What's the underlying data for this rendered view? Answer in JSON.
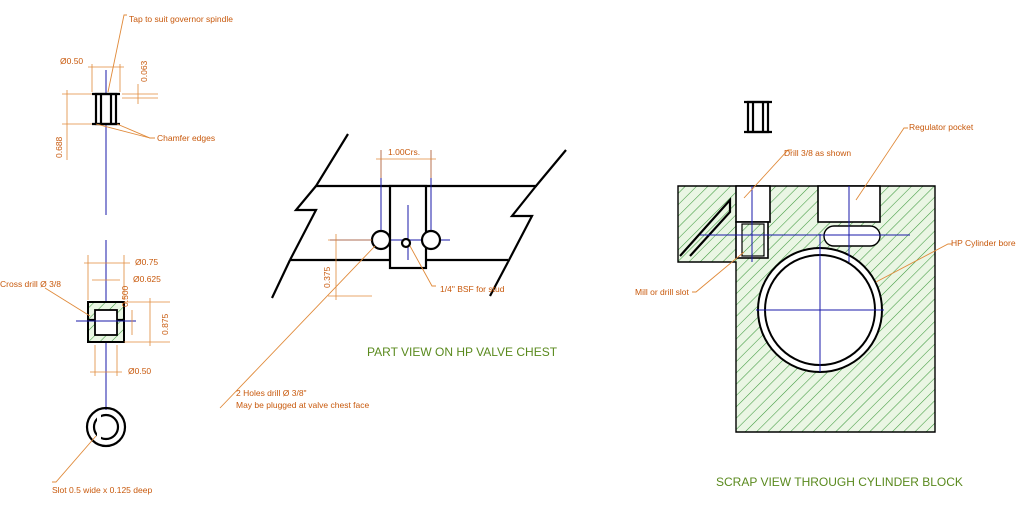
{
  "annotations": {
    "tap_spindle": "Tap to suit governor spindle",
    "chamfer_edges": "Chamfer edges",
    "cross_drill": "Cross drill Ø 3/8",
    "slot": "Slot 0.5 wide x 0.125 deep",
    "bsf_stud": "1/4\" BSF for stud",
    "holes_line1": "2 Holes drill Ø 3/8\"",
    "holes_line2": "May be plugged at valve chest face",
    "regulator_pocket": "Regulator pocket",
    "drill_38": "Drill 3/8 as shown",
    "hp_bore": "HP Cylinder bore",
    "mill_slot": "Mill or drill slot"
  },
  "dimensions": {
    "top_dia": "Ø0.50",
    "top_height": "0.063",
    "top_length": "0.688",
    "dia_075": "Ø0.75",
    "dia_0625": "Ø0.625",
    "dia_bottom": "Ø0.50",
    "dim_0500": "0.500",
    "dim_0875": "0.875",
    "crs": "1.00Crs.",
    "dim_0375": "0.375"
  },
  "titles": {
    "valve_chest": "PART VIEW ON HP VALVE CHEST",
    "cylinder_block": "SCRAP VIEW THROUGH CYLINDER BLOCK"
  },
  "colors": {
    "annotation": "#c8590c",
    "title": "#5a8a1e",
    "centerline": "#1a1aa8",
    "section_fill": "#2e8a2e"
  }
}
